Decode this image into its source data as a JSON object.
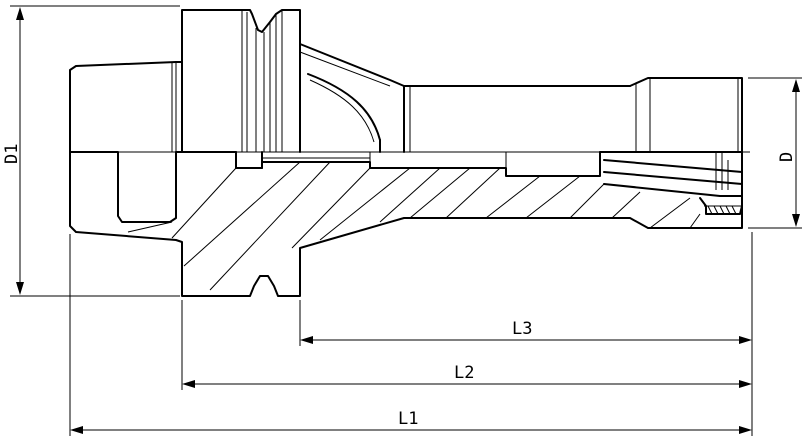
{
  "drawing": {
    "description_labels": {
      "d1": "D1",
      "d": "D",
      "l1": "L1",
      "l2": "L2",
      "l3": "L3"
    },
    "line_color": "#000000",
    "background": "#ffffff"
  }
}
